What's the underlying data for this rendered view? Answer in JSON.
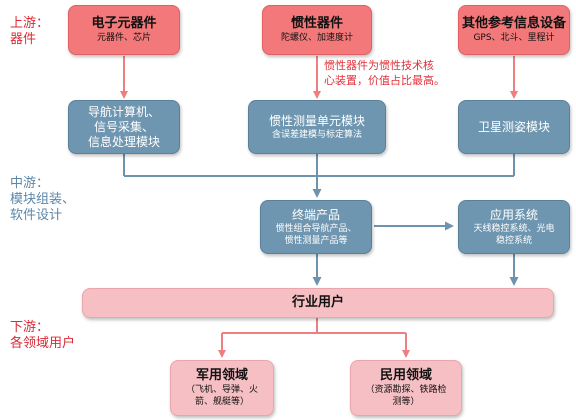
{
  "stages": {
    "upstream": {
      "line1": "上游：",
      "line2": "器件"
    },
    "midstream": {
      "line1": "中游：",
      "line2": "模块组装、",
      "line3": "软件设计"
    },
    "downstream": {
      "line1": "下游：",
      "line2": "各领域用户"
    }
  },
  "upstream_boxes": {
    "electronic": {
      "title": "电子元器件",
      "sub": "元器件、芯片"
    },
    "inertial": {
      "title": "惯性器件",
      "sub": "陀螺仪、加速度计"
    },
    "other_info": {
      "title": "其他参考信息设备",
      "sub": "GPS、北斗、里程计"
    }
  },
  "annotation": {
    "line1": "惯性器件为惯性技术核",
    "line2": "心装置，价值占比最高。"
  },
  "mid_boxes": {
    "nav_computer": {
      "line1": "导航计算机、",
      "line2": "信号采集、",
      "line3": "信息处理模块"
    },
    "imu": {
      "title": "惯性测量单元模块",
      "sub": "含误差建模与标定算法"
    },
    "satellite": {
      "title": "卫星测姿模块"
    },
    "terminal": {
      "title": "终端产品",
      "sub1": "惯性组合导航产品、",
      "sub2": "惯性测量产品等"
    },
    "application": {
      "title": "应用系统",
      "sub1": "天线稳控系统、光电",
      "sub2": "稳控系统"
    }
  },
  "industry_users": {
    "title": "行业用户"
  },
  "down_boxes": {
    "military": {
      "title": "军用领域",
      "sub1": "（飞机、导弹、火",
      "sub2": "箭、舰艇等）"
    },
    "civil": {
      "title": "民用领域",
      "sub1": "（资源勘探、铁路检",
      "sub2": "测等）"
    }
  },
  "colors": {
    "red_box": "#f3787a",
    "blue_box": "#6f96b0",
    "pink_box": "#f6bfc4",
    "red_arrow": "#f07d80",
    "blue_arrow": "#6d94ae",
    "stage_red": "#d92b36",
    "stage_blue": "#5d87a8"
  }
}
